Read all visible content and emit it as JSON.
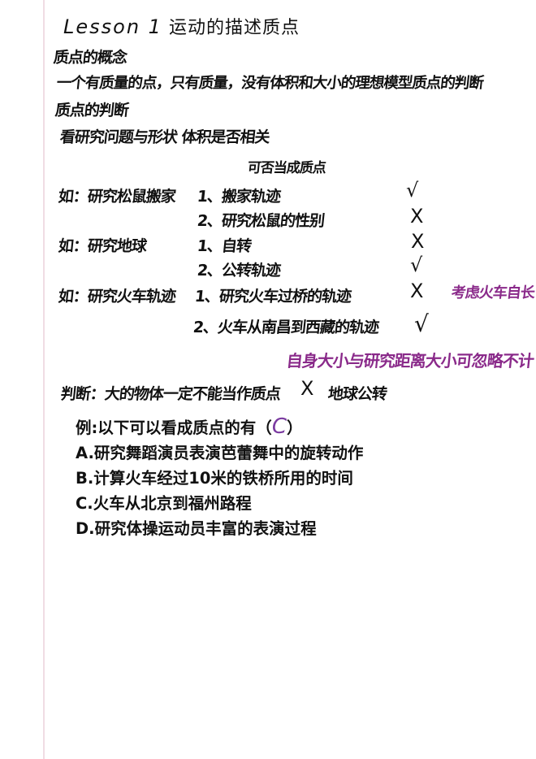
{
  "title": {
    "lesson": "Lesson 1",
    "topic": "运动的描述质点"
  },
  "notes": {
    "concept_heading": "质点的概念",
    "concept_text": "一个有质量的点，只有质量，没有体积和大小的理想模型质点的判断",
    "judge_heading": "质点的判断",
    "judge_text": "看研究问题与形状 体积是否相关",
    "column_header": "可否当成质点",
    "examples": [
      {
        "subject": "如：研究松鼠搬家",
        "items": [
          {
            "text": "1、搬家轨迹",
            "mark": "√"
          },
          {
            "text": "2、研究松鼠的性别",
            "mark": "X"
          }
        ]
      },
      {
        "subject": "如：研究地球",
        "items": [
          {
            "text": "1、自转",
            "mark": "X"
          },
          {
            "text": "2、公转轨迹",
            "mark": "√"
          }
        ]
      },
      {
        "subject": "如：研究火车轨迹",
        "items": [
          {
            "text": "1、研究火车过桥的轨迹",
            "mark": "X"
          },
          {
            "text": "2、火车从南昌到西藏的轨迹",
            "mark": "√"
          }
        ]
      }
    ],
    "annotation_train": "考虑火车自长",
    "annotation_size": "自身大小与研究距离大小可忽略不计",
    "judgement": "判断：大的物体一定不能当作质点",
    "judgement_mark": "X",
    "judgement_example": "地球公转"
  },
  "question": {
    "prompt_before": "例:以下可以看成质点的有（",
    "answer": "C",
    "prompt_after": "）",
    "options": [
      "A.研究舞蹈演员表演芭蕾舞中的旋转动作",
      "B.计算火车经过10米的铁桥所用的时间",
      "C.火车从北京到福州路程",
      "D.研究体操运动员丰富的表演过程"
    ]
  }
}
